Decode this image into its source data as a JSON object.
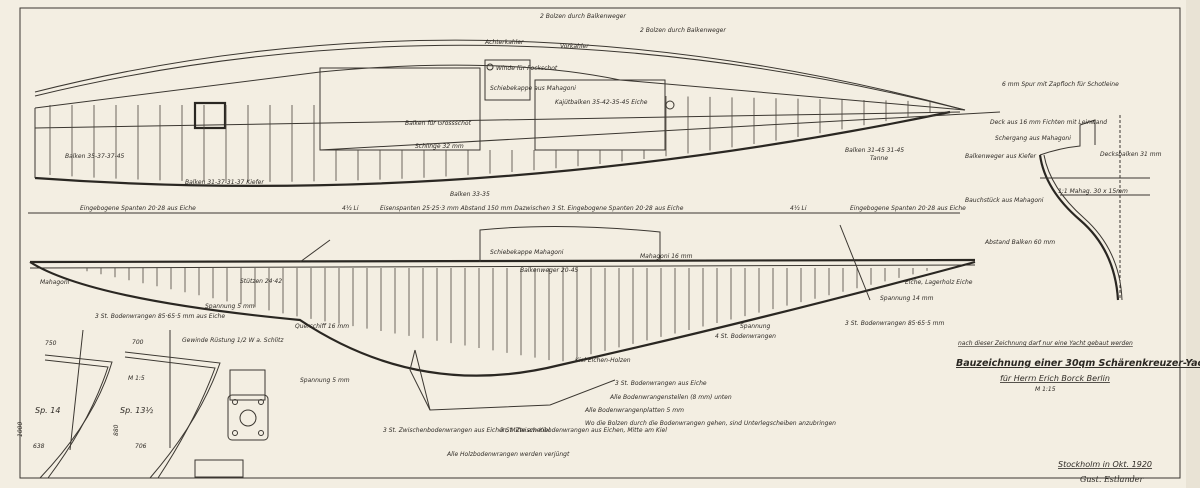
{
  "title_block": {
    "note": "nach dieser Zeichnung darf nur eine Yacht gebaut werden",
    "title": "Bauzeichnung einer 30qm Schärenkreuzer-Yacht",
    "owner": "für Herrn Erich Borck Berlin",
    "scale": "M 1:15",
    "place_date": "Stockholm in Okt. 1920",
    "signature": "Gust. Estlander"
  },
  "plan_view": {
    "labels": [
      "2 Bolzen durch Balkenweger",
      "2 Bolzen durch Balkenweger",
      "Achterkahler",
      "Vorkahler",
      "Winde für Fockschot",
      "Schiebekappe aus Mahagoni",
      "Kajütbalken 35-42-35-45 Eiche",
      "Balken für Grossschot",
      "Schlinge 32 mm",
      "Balken 31-37-31-37 Kiefer",
      "Balken 35-37-37-45",
      "Balken 31-45 31-45",
      "Balken 33-35",
      "Tanne"
    ]
  },
  "frame_legend": {
    "aft": "Eingebogene Spanten 20·28 aus Eiche",
    "mid_left": "4½ Li",
    "mid": "Eisenspanten 25·25·3 mm  Abstand 150 mm  Dazwischen 3 St. Eingebogene Spanten 20·28 aus Eiche",
    "mid_right": "4½ Li",
    "fore": "Eingebogene Spanten 20·28 aus Eiche"
  },
  "profile_view": {
    "labels": [
      "Schiebekappe Mahagoni",
      "Balkenweger 20-45",
      "Stützen 24·42",
      "Mahagoni",
      "Querschiff 16 mm",
      "Spannung 5 mm",
      "Kiel Eichen-Holzen",
      "Mahagoni 16 mm",
      "Spannung 14 mm",
      "Eiche, Lagerholz Eiche",
      "Spannung"
    ],
    "notes_left": [
      "3 St. Bodenwrangen 85·65·5 mm aus Eiche",
      "Spannung 5 mm"
    ],
    "notes_bottom": [
      "3 St. Zwischenbodenwrangen aus Eichen, Mitte am Kiel",
      "3 St. Zwischenbodenwrangen aus Eichen, Mitte am Kiel",
      "Alle Holzbodenwrangen werden verjüngt"
    ],
    "notes_right": [
      "3 St. Bodenwrangen aus Eiche",
      "Alle Bodenwrangenstellen (8 mm) unten",
      "Alle Bodenwrangenplatten 5 mm",
      "Wo die Bolzen durch die Bodenwrangen gehen, sind Unterlegscheiben anzubringen"
    ],
    "notes_fore": [
      "3 St. Bodenwrangen 85·65·5 mm",
      "4 St. Bodenwrangen"
    ]
  },
  "midship_section": {
    "labels": [
      "6 mm Spur mit Zapfloch für Schotleine",
      "Deck aus 16 mm Fichten mit Leinwand",
      "Schergang aus Mahagoni",
      "Balkenweger aus Kiefer",
      "Bauchstück aus Mahagoni",
      "Abstand Balken 60 mm",
      "Decksbalken 31 mm",
      "1:1 Mahag. 30 x 15mm"
    ]
  },
  "details": {
    "section_1": "Sp. 14",
    "section_2": "Sp. 13½",
    "scale": "M 1:5",
    "dims": [
      "750",
      "700",
      "638",
      "706",
      "1000",
      "880"
    ],
    "plate_note": "Gewinde Rüstung 1/2 W a. Schlitz"
  },
  "colors": {
    "paper": "#f3eee2",
    "ink": "#3b3731"
  }
}
